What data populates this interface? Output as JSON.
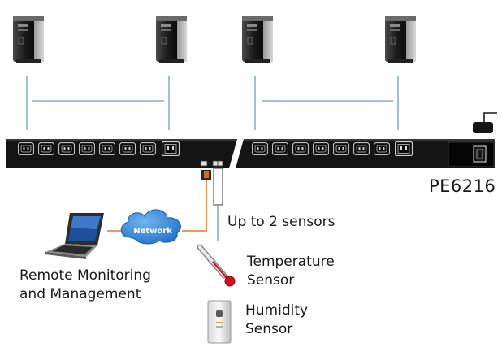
{
  "diagram": {
    "model_label": "PE6216",
    "network_label": "Network",
    "sensors_label": "Up to 2 sensors",
    "remote": {
      "line1": "Remote Monitoring",
      "line2": "and Management"
    },
    "temperature": {
      "line1": "Temperature",
      "line2": "Sensor"
    },
    "humidity": {
      "line1": "Humidity",
      "line2": "Sensor"
    },
    "icons": [
      "server-tower-icon",
      "laptop-icon",
      "network-cloud-icon",
      "thermometer-icon",
      "humidity-sensor-icon",
      "power-plug-icon",
      "power-switch-icon"
    ],
    "colors": {
      "pdu_body": "#141414",
      "network_line": "#e87722",
      "cloud": "#2a7fd4",
      "thermometer_bulb": "#d0101a",
      "connector_line": "#6a9ec9"
    }
  }
}
